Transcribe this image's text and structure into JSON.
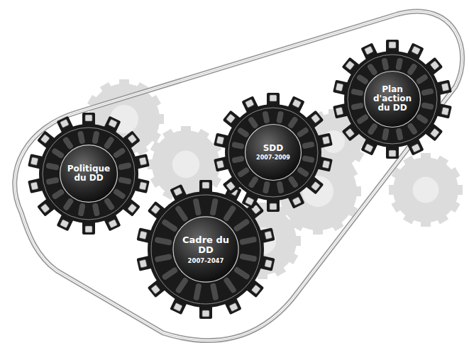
{
  "diagram": {
    "nodes": [
      {
        "text": [
          "Politique du DD"
        ]
      },
      {
        "text": [
          "Cadre du DD",
          "2007-2047"
        ]
      },
      {
        "text": [
          "SDD",
          "2007-2009"
        ]
      },
      {
        "text": [
          "Plan d'action du DD"
        ]
      }
    ]
  }
}
